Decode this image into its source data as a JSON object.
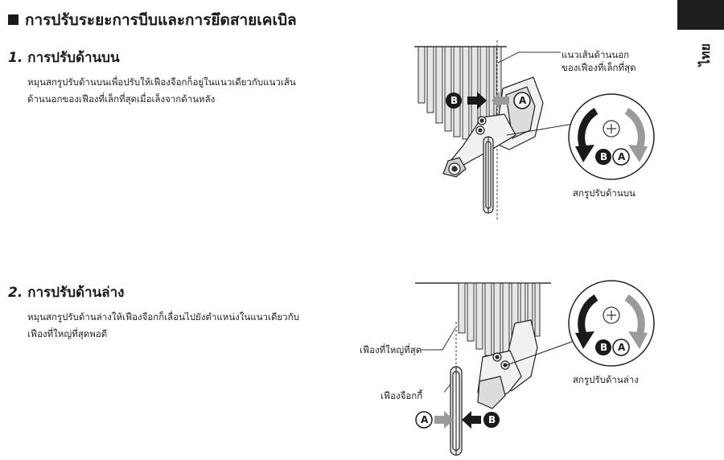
{
  "section": {
    "title": "การปรับระยะการบีบและการยึดสายเคเบิล"
  },
  "side_tab": {
    "label": "ไทย"
  },
  "steps": [
    {
      "number": "1.",
      "title": "การปรับด้านบน",
      "body_line1": "หมุนสกรูปรับด้านบนเพื่อปรับให้เฟืองจือกก็อยู่ในแนวเดียวกับแนวเส้น",
      "body_line2": "ด้านนอกของเฟืองที่เล็กที่สุดเมื่อเล็งจากด้านหลัง",
      "callout_line1": "แนวเส้นด้านนอก",
      "callout_line2": "ของเฟืองที่เล็กที่สุด",
      "screw_label": "สกรูปรับด้านบน",
      "marker_a": "A",
      "marker_b": "B"
    },
    {
      "number": "2.",
      "title": "การปรับด้านล่าง",
      "body_line1": "หมุนสกรูปรับด้านล่างให้เฟืองจือกก็เลื่อนไปยังตำแหน่งในแนวเดียวกับ",
      "body_line2": "เฟืองที่ใหญ่ที่สุดพอดี",
      "callout_largest": "เฟืองที่ใหญ่ที่สุด",
      "callout_jockey": "เฟืองจือกกี้",
      "screw_label": "สกรูปรับด้านล่าง",
      "marker_a": "A",
      "marker_b": "B"
    }
  ]
}
